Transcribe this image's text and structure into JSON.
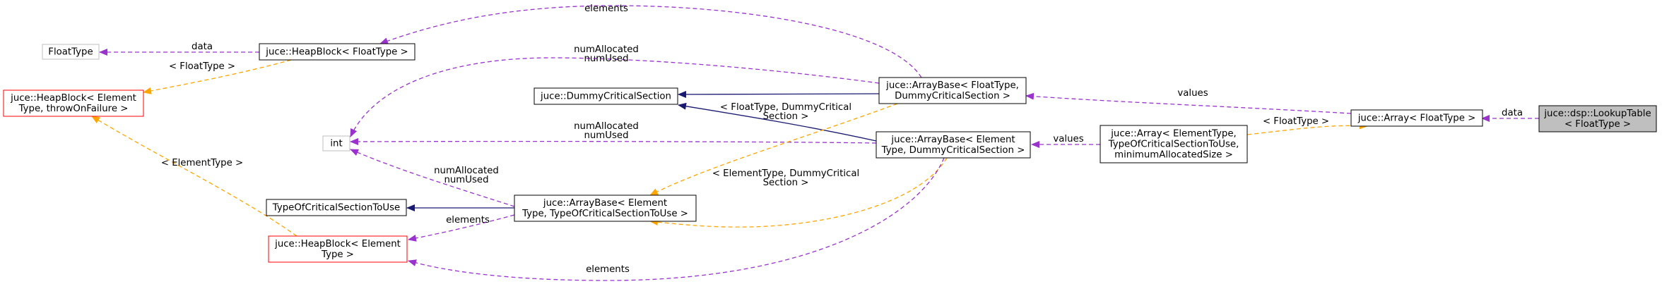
{
  "colors": {
    "inherit": "#191970",
    "usage": "#9a32cd",
    "template": "#ffa500",
    "node_border": "#000000",
    "incomplete_border": "#ff0000",
    "external_border": "#bfbfbf",
    "focus_fill": "#bfbfbf"
  },
  "nodes": [
    {
      "id": "lookup",
      "lines": [
        "juce::dsp::LookupTable",
        "< FloatType >"
      ],
      "kind": "focus"
    },
    {
      "id": "array_float",
      "lines": [
        "juce::Array< FloatType >"
      ],
      "kind": "normal"
    },
    {
      "id": "array_elem",
      "lines": [
        "juce::Array< ElementType,",
        "TypeOfCriticalSectionToUse,",
        "minimumAllocatedSize >"
      ],
      "kind": "normal"
    },
    {
      "id": "arraybase_float",
      "lines": [
        "juce::ArrayBase< FloatType,",
        "DummyCriticalSection >"
      ],
      "kind": "normal"
    },
    {
      "id": "arraybase_elem_dummy",
      "lines": [
        "juce::ArrayBase< Element",
        "Type, DummyCriticalSection >"
      ],
      "kind": "normal"
    },
    {
      "id": "arraybase_generic",
      "lines": [
        "juce::ArrayBase< Element",
        "Type, TypeOfCriticalSectionToUse >"
      ],
      "kind": "normal"
    },
    {
      "id": "dummycs",
      "lines": [
        "juce::DummyCriticalSection"
      ],
      "kind": "normal"
    },
    {
      "id": "typeofcs",
      "lines": [
        "TypeOfCriticalSectionToUse"
      ],
      "kind": "normal"
    },
    {
      "id": "heapblock_float",
      "lines": [
        "juce::HeapBlock< FloatType >"
      ],
      "kind": "normal"
    },
    {
      "id": "heapblock_throw",
      "lines": [
        "juce::HeapBlock< Element",
        "Type, throwOnFailure >"
      ],
      "kind": "incomplete"
    },
    {
      "id": "heapblock_elem",
      "lines": [
        "juce::HeapBlock< Element",
        "Type >"
      ],
      "kind": "incomplete"
    },
    {
      "id": "floattype",
      "lines": [
        "FloatType"
      ],
      "kind": "external"
    },
    {
      "id": "int",
      "lines": [
        "int"
      ],
      "kind": "external"
    }
  ],
  "edges": [
    {
      "id": "array_to_lookup",
      "kind": "usage",
      "label": [
        "data"
      ]
    },
    {
      "id": "arrayelem_to_arrayfloat",
      "kind": "template",
      "label": [
        "< FloatType >"
      ]
    },
    {
      "id": "abfloat_to_arrayfloat",
      "kind": "usage",
      "label": [
        "values"
      ]
    },
    {
      "id": "abelem_to_arrayelem",
      "kind": "usage",
      "label": [
        "values"
      ]
    },
    {
      "id": "dummycs_to_abfloat",
      "kind": "inherit",
      "label": []
    },
    {
      "id": "dummycs_to_abelem",
      "kind": "inherit",
      "label": []
    },
    {
      "id": "typeofcs_to_abgeneric",
      "kind": "inherit",
      "label": []
    },
    {
      "id": "hbfloat_to_abfloat",
      "kind": "usage",
      "label": [
        "elements"
      ]
    },
    {
      "id": "int_to_abfloat",
      "kind": "usage",
      "label": [
        "numAllocated",
        "numUsed"
      ]
    },
    {
      "id": "int_to_abelem",
      "kind": "usage",
      "label": [
        "numAllocated",
        "numUsed"
      ]
    },
    {
      "id": "int_to_abgeneric",
      "kind": "usage",
      "label": [
        "numAllocated",
        "numUsed"
      ]
    },
    {
      "id": "abgeneric_to_abfloat",
      "kind": "template",
      "label": [
        "< FloatType, DummyCritical",
        "Section >"
      ]
    },
    {
      "id": "abgeneric_to_abelem",
      "kind": "template",
      "label": [
        "< ElementType, DummyCritical",
        "Section >"
      ]
    },
    {
      "id": "hbelem_to_abgeneric",
      "kind": "usage",
      "label": [
        "elements"
      ]
    },
    {
      "id": "hbelem_to_abelem",
      "kind": "usage",
      "label": [
        "elements"
      ]
    },
    {
      "id": "floattype_to_hbfloat",
      "kind": "usage",
      "label": [
        "data"
      ]
    },
    {
      "id": "hbthrow_to_hbfloat",
      "kind": "template",
      "label": [
        "< FloatType >"
      ]
    },
    {
      "id": "hbthrow_to_hbelem",
      "kind": "template",
      "label": [
        "< ElementType >"
      ]
    }
  ]
}
